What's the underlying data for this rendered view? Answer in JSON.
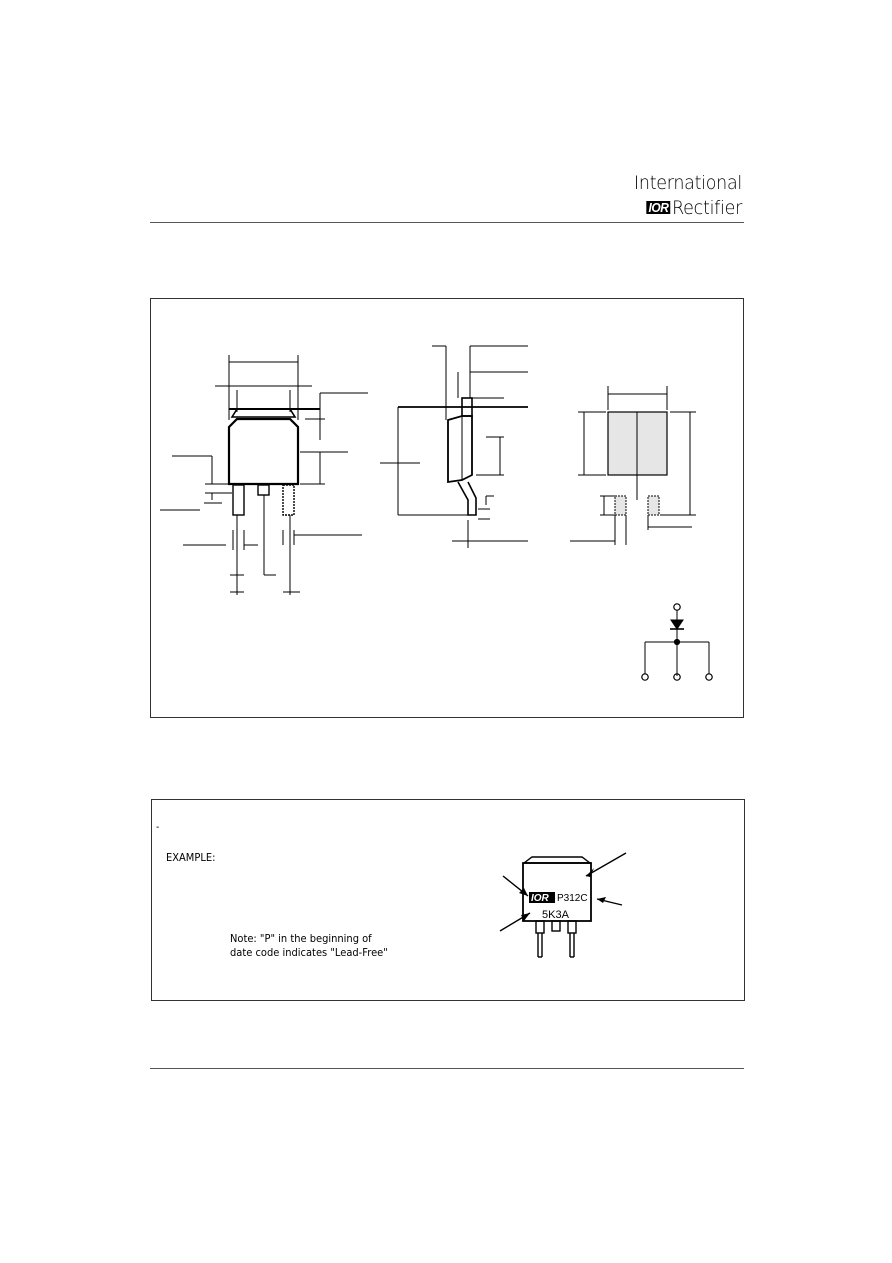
{
  "header": {
    "logo_line1": "International",
    "logo_mark": "IOR",
    "logo_line2": "Rectifier"
  },
  "marking_section": {
    "dot": "-",
    "example_label": "EXAMPLE:",
    "note_line1": "Note:  \"P\"  in  the  beginning  of",
    "note_line2": "date  code  indicates  \"Lead-Free\"",
    "chip_logo": "IOR",
    "chip_part": "P312C",
    "chip_code": "5K3A"
  }
}
